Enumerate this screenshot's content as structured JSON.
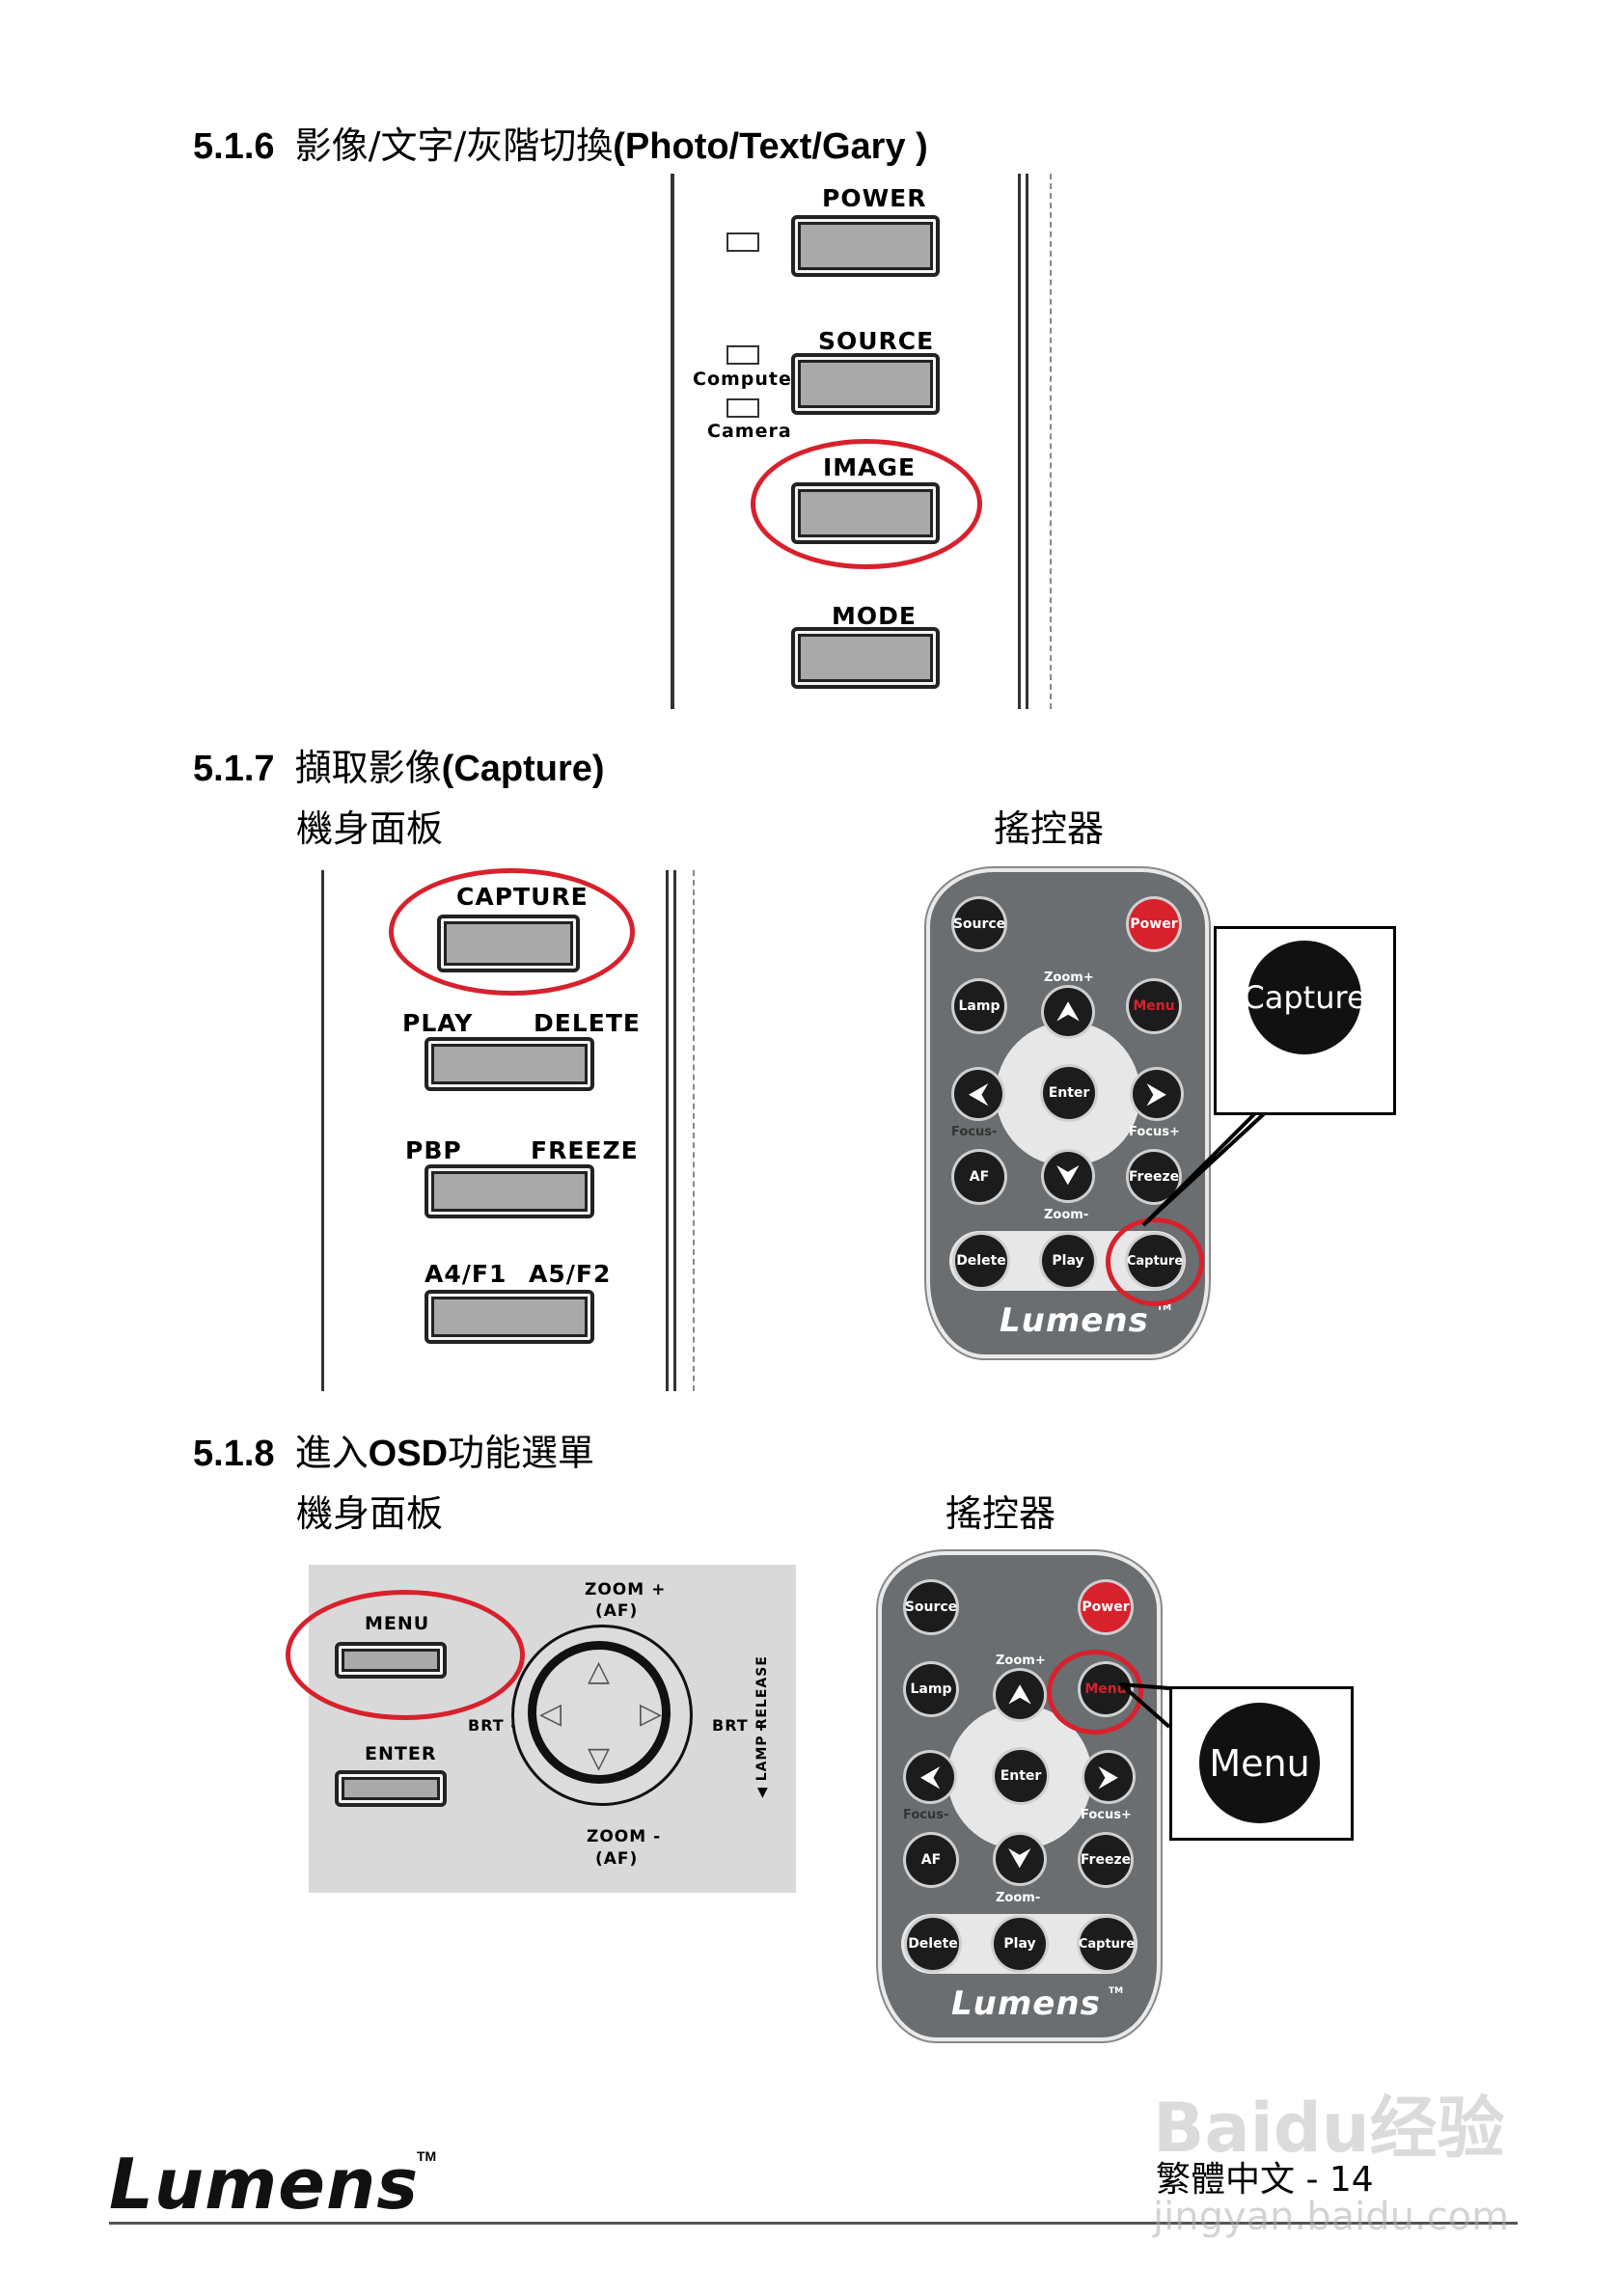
{
  "sections": [
    {
      "number": "5.1.6",
      "title_cn": "影像/文字/灰階切換",
      "title_en": "(Photo/Text/Gary )"
    },
    {
      "number": "5.1.7",
      "title_cn": "擷取影像",
      "title_en": "(Capture)",
      "panel_label": "機身面板",
      "remote_label": "搖控器"
    },
    {
      "number": "5.1.8",
      "title_cn": "進入",
      "title_mid": "OSD",
      "title_cn2": "功能選單",
      "panel_label": "機身面板",
      "remote_label": "搖控器"
    }
  ],
  "panel1": {
    "power": "POWER",
    "source": "SOURCE",
    "computer": "Computer",
    "camera": "Camera",
    "image": "IMAGE",
    "mode": "MODE"
  },
  "panel2": {
    "capture": "CAPTURE",
    "play": "PLAY",
    "delete": "DELETE",
    "pbp": "PBP",
    "freeze": "FREEZE",
    "a4": "A4/F1",
    "a5": "A5/F2"
  },
  "panel3": {
    "menu": "MENU",
    "enter": "ENTER",
    "zoom_plus": "ZOOM +",
    "af": "(AF)",
    "zoom_minus": "ZOOM -",
    "brt_minus": "BRT -",
    "brt_plus": "BRT +",
    "lamp_release": "◀ LAMP RELEASE"
  },
  "remote": {
    "source": "Source",
    "power": "Power",
    "zoom_plus": "Zoom+",
    "lamp": "Lamp",
    "menu": "Menu",
    "enter": "Enter",
    "focus_minus": "Focus-",
    "focus_plus": "Focus+",
    "af": "AF",
    "freeze": "Freeze",
    "zoom_minus": "Zoom-",
    "delete": "Delete",
    "play": "Play",
    "capture": "Capture",
    "brand": "Lumens",
    "tm": "TM"
  },
  "callout1": "Capture",
  "callout2": "Menu",
  "footer": {
    "logo": "Lumens",
    "tm": "TM",
    "lang": "繁體中文",
    "page": "- 14"
  },
  "watermark": {
    "brand": "Baidu经验",
    "url": "jingyan.baidu.com"
  },
  "colors": {
    "highlight": "#d7212c",
    "remote_body": "#6a6e70",
    "button_fill": "#a9a9a9"
  }
}
